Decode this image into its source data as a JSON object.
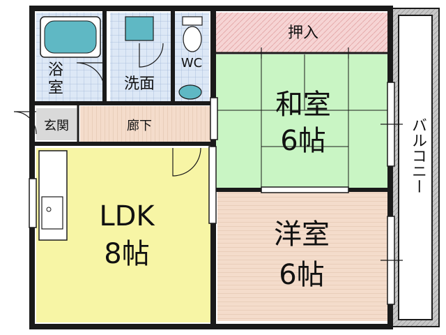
{
  "floorplan": {
    "rooms": {
      "washitsu": {
        "name": "和室",
        "size": "6帖",
        "fill": "#c9f5c4"
      },
      "yoshitsu": {
        "name": "洋室",
        "size": "6帖",
        "fill": "#f4dccb"
      },
      "ldk": {
        "name": "LDK",
        "size": "8帖",
        "fill": "#f7f5a5"
      },
      "oshiire": {
        "name": "押入",
        "fill": "#f6d4d4"
      },
      "bathroom": {
        "name_line1": "浴",
        "name_line2": "室",
        "fill": "#dbe6f5"
      },
      "washroom": {
        "name": "洗面",
        "fill": "#dbe6f5"
      },
      "toilet": {
        "name": "WC",
        "fill": "#dbe6f5"
      },
      "genkan": {
        "name": "玄関",
        "fill": "#d9d9d9"
      },
      "rouka": {
        "name": "廊下",
        "fill": "#f4dccb"
      },
      "balcony": {
        "name": "バルコニー",
        "fill": "#c8c8c8"
      }
    },
    "colors": {
      "wall": "#1a1a1a",
      "fixture_blue": "#5fb8c4"
    }
  }
}
